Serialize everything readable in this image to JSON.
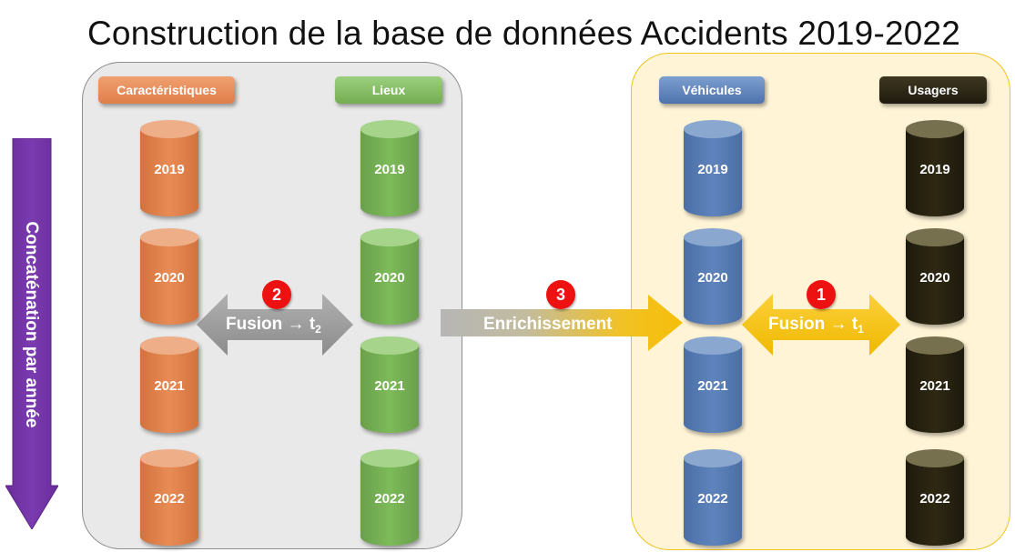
{
  "title": "Construction de la base de données Accidents 2019-2022",
  "groups": {
    "caracteristiques": {
      "label": "Caractéristiques",
      "years": [
        "2019",
        "2020",
        "2021",
        "2022"
      ]
    },
    "lieux": {
      "label": "Lieux",
      "years": [
        "2019",
        "2020",
        "2021",
        "2022"
      ]
    },
    "vehicules": {
      "label": "Véhicules",
      "years": [
        "2019",
        "2020",
        "2021",
        "2022"
      ]
    },
    "usagers": {
      "label": "Usagers",
      "years": [
        "2019",
        "2020",
        "2021",
        "2022"
      ]
    }
  },
  "concat_label": "Concaténation par année",
  "steps": {
    "fusion_t2": {
      "badge": "2",
      "label": "Fusion →",
      "var": "t",
      "sub": "2"
    },
    "enrichissement": {
      "badge": "3",
      "label": "Enrichissement"
    },
    "fusion_t1": {
      "badge": "1",
      "label": "Fusion →",
      "var": "t",
      "sub": "1"
    }
  },
  "colors": {
    "caracteristiques": "#e07f47",
    "lieux": "#76b054",
    "vehicules": "#5277b0",
    "usagers": "#24200f",
    "concat_arrow": "#7030a0",
    "fusion_t2_arrow": "#9a9a9a",
    "gold_arrow": "#f5bf0a",
    "badge": "#ee1111"
  }
}
